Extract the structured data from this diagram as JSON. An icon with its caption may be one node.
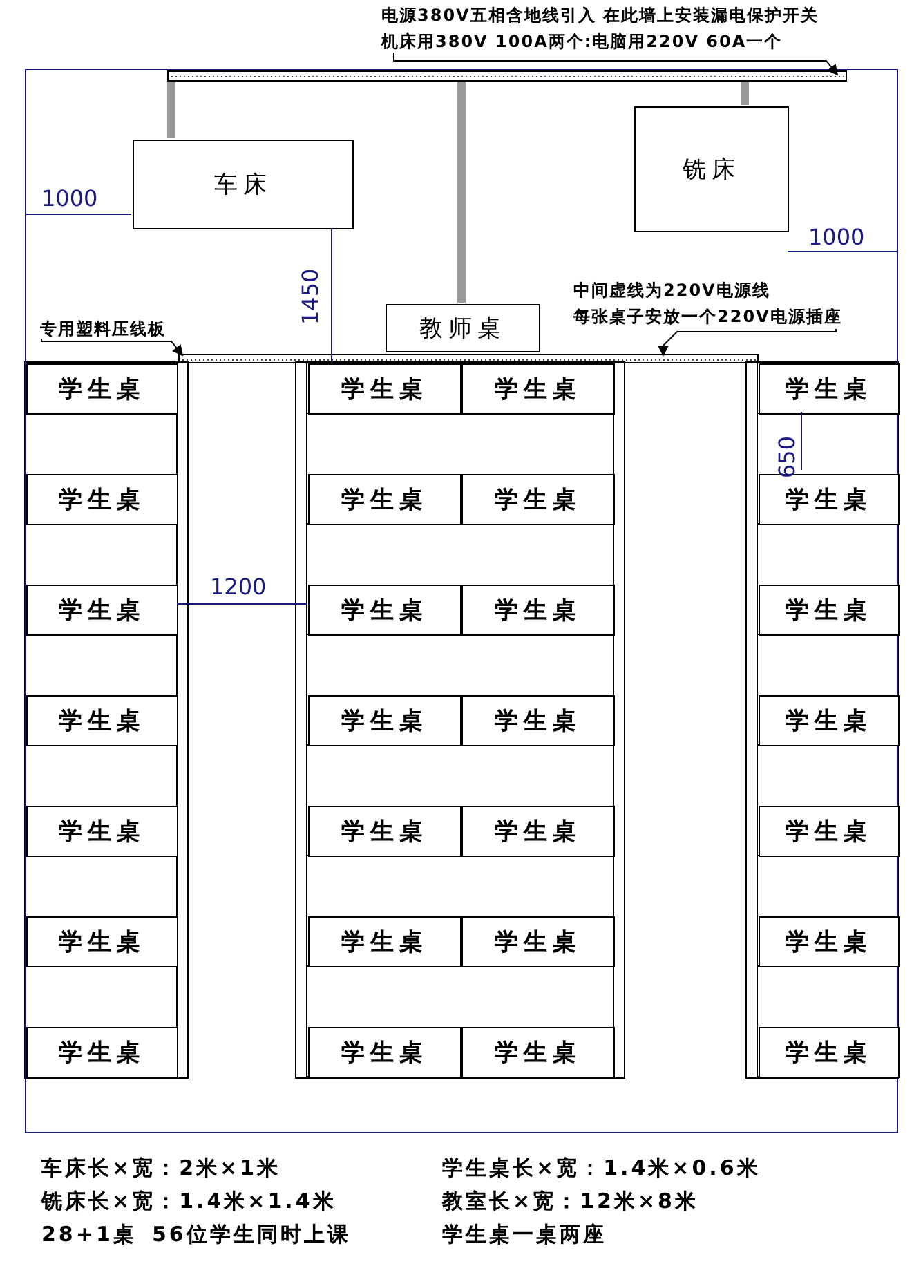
{
  "diagram": {
    "nodes": [
      {
        "text": [],
        "shape": "box"
      },
      {
        "text": [
          "电源380V五相含地线引入 在此墙上安装漏电保护开关",
          "机床用380V 100A两个:电脑用220V 60A一个"
        ]
      },
      {
        "text": [
          "车床"
        ],
        "in": 0
      },
      {
        "text": [
          "铣床"
        ],
        "in": 0
      },
      {
        "text": [],
        "shape": "bar",
        "in": 0
      },
      {
        "text": [
          "教师桌"
        ],
        "in": 0
      },
      {
        "text": [
          "专用塑料压线板"
        ],
        "in": 0
      },
      {
        "text": [
          "中间虚线为220V电源线",
          "每张桌子安放一个220V电源插座"
        ],
        "in": 0
      },
      {
        "text": [],
        "shape": "bar",
        "in": 0
      },
      {
        "text": [
          "学生桌"
        ],
        "in": 0
      },
      {
        "text": [
          "学生桌"
        ],
        "in": 0
      },
      {
        "text": [
          "学生桌"
        ],
        "in": 0
      },
      {
        "text": [
          "学生桌"
        ],
        "in": 0
      },
      {
        "text": [
          "学生桌"
        ],
        "in": 0
      },
      {
        "text": [
          "学生桌"
        ],
        "in": 0
      },
      {
        "text": [
          "学生桌"
        ],
        "in": 0
      },
      {
        "text": [
          "学生桌"
        ],
        "in": 0
      },
      {
        "text": [
          "学生桌"
        ],
        "in": 0
      },
      {
        "text": [
          "学生桌"
        ],
        "in": 0
      },
      {
        "text": [
          "学生桌"
        ],
        "in": 0
      },
      {
        "text": [
          "学生桌"
        ],
        "in": 0
      },
      {
        "text": [
          "学生桌"
        ],
        "in": 0
      },
      {
        "text": [
          "学生桌"
        ],
        "in": 0
      },
      {
        "text": [
          "学生桌"
        ],
        "in": 0
      },
      {
        "text": [
          "学生桌"
        ],
        "in": 0
      },
      {
        "text": [
          "学生桌"
        ],
        "in": 0
      },
      {
        "text": [
          "学生桌"
        ],
        "in": 0
      },
      {
        "text": [
          "学生桌"
        ],
        "in": 0
      },
      {
        "text": [
          "学生桌"
        ],
        "in": 0
      },
      {
        "text": [
          "学生桌"
        ],
        "in": 0
      },
      {
        "text": [
          "学生桌"
        ],
        "in": 0
      },
      {
        "text": [
          "学生桌"
        ],
        "in": 0
      },
      {
        "text": [
          "学生桌"
        ],
        "in": 0
      },
      {
        "text": [
          "学生桌"
        ],
        "in": 0
      },
      {
        "text": [
          "学生桌"
        ],
        "in": 0
      },
      {
        "text": [
          "学生桌"
        ],
        "in": 0
      },
      {
        "text": [
          "学生桌"
        ],
        "in": 0
      }
    ],
    "edges": [
      {
        "from": 1,
        "to": 4,
        "arrow": "to"
      },
      {
        "from": 6,
        "to": 8,
        "arrow": "to"
      },
      {
        "from": 7,
        "to": 8,
        "arrow": "to"
      },
      {
        "from": 4,
        "to": 2,
        "arrow": "none",
        "style": "thick",
        "color": "#999999"
      },
      {
        "from": 4,
        "to": 3,
        "arrow": "none",
        "style": "thick",
        "color": "#999999"
      },
      {
        "from": 4,
        "to": 5,
        "arrow": "none",
        "style": "thick",
        "color": "#999999"
      }
    ],
    "labels": [
      "1000",
      "1000",
      "1450",
      "650",
      "1200",
      "车床长×宽：2米×1米",
      "学生桌长×宽：1.4米×0.6米",
      "铣床长×宽：1.4米×1.4米",
      "教室长×宽：12米×8米",
      "28+1桌",
      "56位学生同时上课",
      "学生桌一桌两座"
    ]
  }
}
